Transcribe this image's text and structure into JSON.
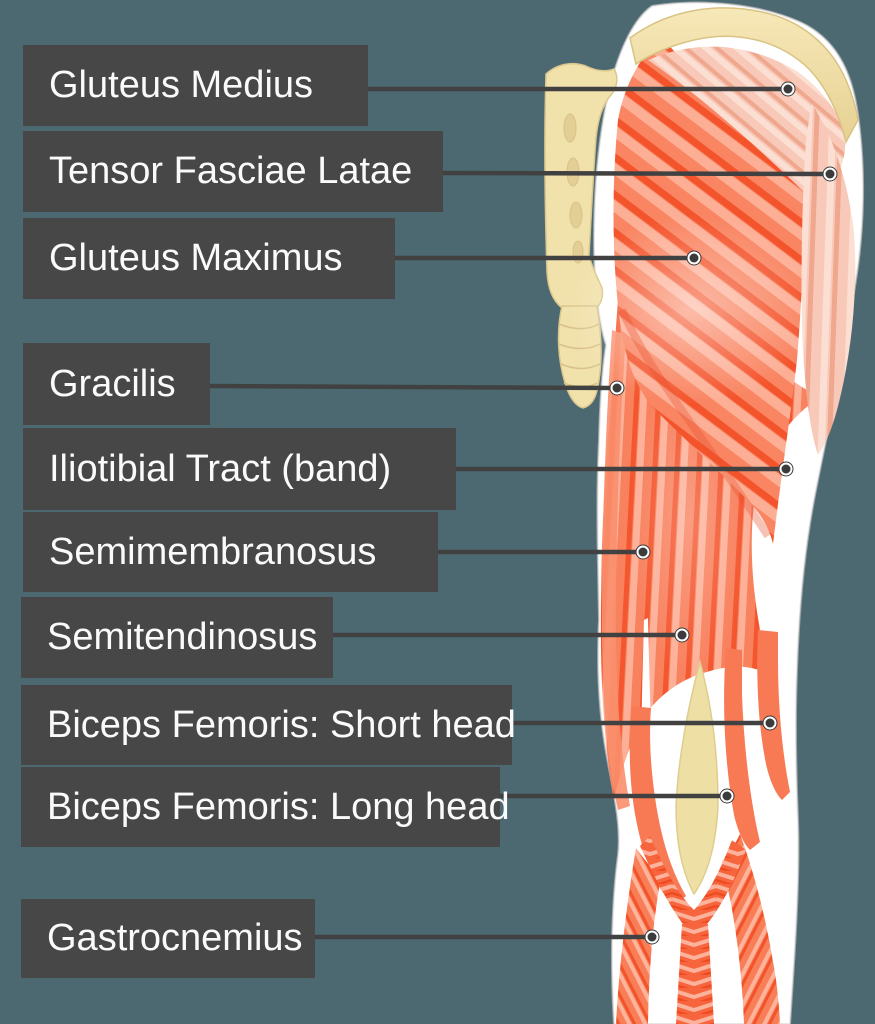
{
  "title": "Posterior hip and thigh muscles diagram",
  "colors": {
    "bg": "#4c6972",
    "box": "#474747",
    "label_text": "#fafafa",
    "line": "#414141",
    "muscle": "#f87a58",
    "muscle_highlight": "#fdae94",
    "muscle_shadow": "#f4542c",
    "light_muscle": "#f8c9b9",
    "bone": "#f1e1ab",
    "tendon": "#ffffff"
  },
  "figure": {
    "description": "Posterior view of right hip, thigh and knee musculature with sacrum and coccyx"
  },
  "labels": [
    {
      "id": "gluteus-medius",
      "text": "Gluteus Medius"
    },
    {
      "id": "tensor-fasciae-latae",
      "text": "Tensor Fasciae Latae"
    },
    {
      "id": "gluteus-maximus",
      "text": "Gluteus Maximus"
    },
    {
      "id": "gracilis",
      "text": "Gracilis"
    },
    {
      "id": "iliotibial-tract",
      "text": "Iliotibial Tract (band)"
    },
    {
      "id": "semimembranosus",
      "text": "Semimembranosus"
    },
    {
      "id": "semitendinosus",
      "text": "Semitendinosus"
    },
    {
      "id": "biceps-femoris-short-head",
      "text": "Biceps Femoris: Short head"
    },
    {
      "id": "biceps-femoris-long-head",
      "text": "Biceps Femoris: Long head"
    },
    {
      "id": "gastrocnemius",
      "text": "Gastrocnemius"
    }
  ]
}
